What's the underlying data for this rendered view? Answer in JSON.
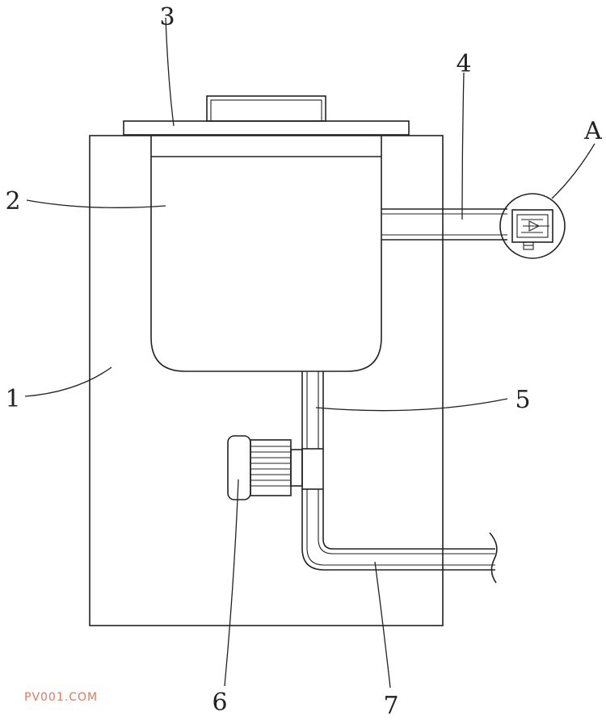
{
  "callouts": {
    "c1": "1",
    "c2": "2",
    "c3": "3",
    "c4": "4",
    "c5": "5",
    "c6": "6",
    "c7": "7",
    "cA": "A"
  },
  "watermark": "PV001.COM",
  "colors": {
    "line": "#222222",
    "background": "#ffffff",
    "watermark": "#e0785a"
  }
}
